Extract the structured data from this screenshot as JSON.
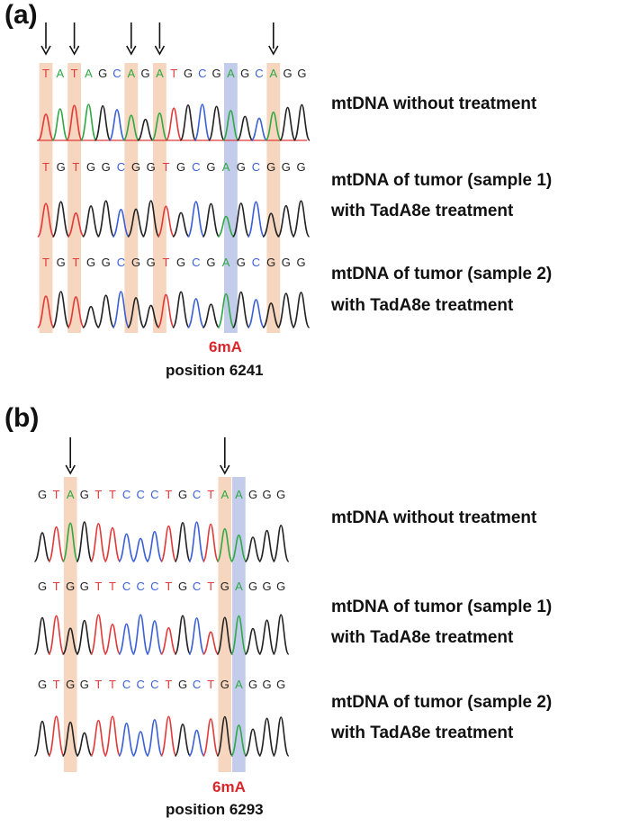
{
  "colors": {
    "A": "#2fa845",
    "C": "#3b5fd6",
    "G": "#222222",
    "T": "#e03a3a",
    "highlight_orange": "#f5cfb4",
    "highlight_blue": "#b8c4e8",
    "label_red": "#d8262b"
  },
  "panel_a": {
    "label": "(a)",
    "mod_label": "6mA",
    "position_label": "position 6241",
    "rows": [
      {
        "sequence": "TATAGCAGATGCGAGCAGG",
        "desc": [
          "mtDNA without treatment"
        ]
      },
      {
        "sequence": "TGTGGCGGTGCGAGCGGG",
        "desc": [
          "mtDNA of tumor (sample 1)",
          "with TadA8e treatment"
        ]
      },
      {
        "sequence": "TGTGGCGGTGCGAGCGGG",
        "desc": [
          "mtDNA of tumor (sample 2)",
          "with TadA8e treatment"
        ]
      }
    ]
  },
  "panel_b": {
    "label": "(b)",
    "mod_label": "6mA",
    "position_label": "position 6293",
    "rows": [
      {
        "sequence": "GTAGTTCCCTGCTAAGGG",
        "desc": [
          "mtDNA without treatment"
        ]
      },
      {
        "sequence": "GTGGTTCCCTGCTGAGGG",
        "desc": [
          "mtDNA of tumor (sample 1)",
          "with TadA8e treatment"
        ]
      },
      {
        "sequence": "GTGGTTCCCTGCTGAGGG",
        "desc": [
          "mtDNA of tumor (sample 2)",
          "with TadA8e treatment"
        ]
      }
    ]
  }
}
